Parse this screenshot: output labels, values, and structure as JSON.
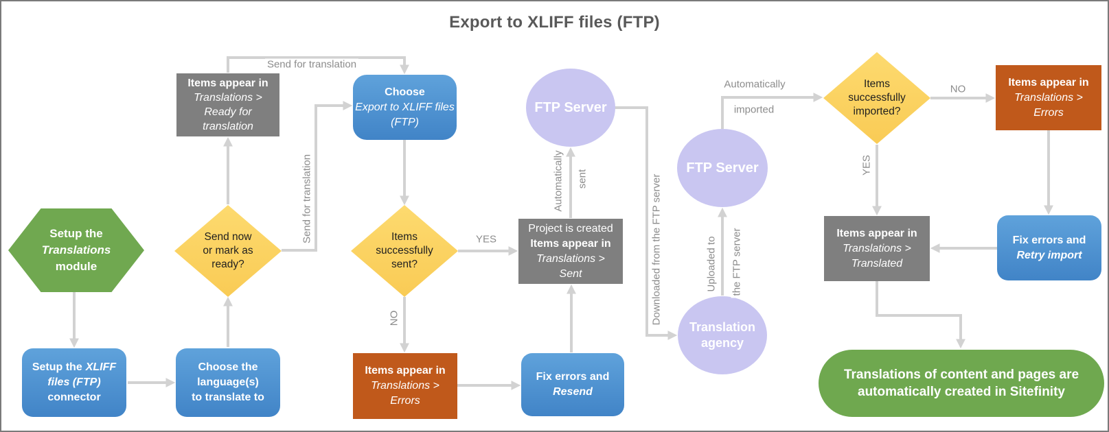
{
  "title": "Export to XLIFF files (FTP)",
  "nodes": {
    "setup_translations_module": {
      "l1": "Setup the",
      "l2": "Translations",
      "l3": "module"
    },
    "setup_connector": {
      "l1a": "Setup the",
      "l1b": "XLIFF",
      "l2": "files (FTP)",
      "l3": "connector"
    },
    "choose_languages": {
      "l1": "Choose the",
      "l2": "language(s)",
      "l3": "to translate to"
    },
    "send_now_or_ready": {
      "l1": "Send now",
      "l2": "or mark as",
      "l3": "ready?"
    },
    "items_ready_for_translation": {
      "l1": "Items appear in",
      "l2": "Translations >",
      "l3": "Ready for",
      "l4": "translation"
    },
    "choose_export": {
      "l1": "Choose",
      "l2": "Export to XLIFF files",
      "l3": "(FTP)"
    },
    "items_successfully_sent": {
      "l1": "Items",
      "l2": "successfully",
      "l3": "sent?"
    },
    "project_created": {
      "l1": "Project is created",
      "l2": "Items appear in",
      "l3": "Translations >",
      "l4": "Sent"
    },
    "ftp_server_1": {
      "l1": "FTP Server"
    },
    "items_errors_send": {
      "l1": "Items appear in",
      "l2": "Translations >",
      "l3": "Errors"
    },
    "fix_errors_resend": {
      "l1": "Fix errors and",
      "l2": "Resend"
    },
    "ftp_server_2": {
      "l1": "FTP Server"
    },
    "translation_agency": {
      "l1": "Translation",
      "l2": "agency"
    },
    "items_successfully_imported": {
      "l1": "Items",
      "l2": "successfully",
      "l3": "imported?"
    },
    "items_errors_import": {
      "l1": "Items appear in",
      "l2": "Translations >",
      "l3": "Errors"
    },
    "items_translated": {
      "l1": "Items appear in",
      "l2": "Translations >",
      "l3": "Translated"
    },
    "fix_errors_retry": {
      "l1": "Fix errors and",
      "l2": "Retry import"
    },
    "final_result": {
      "l1": "Translations of content and pages are",
      "l2": "automatically created in Sitefinity"
    }
  },
  "edge_labels": {
    "send_for_translation_top": "Send for translation",
    "send_for_translation_side": "Send for translation",
    "yes_sent": "YES",
    "no_sent": "NO",
    "automatically_vertical": "Automatically",
    "sent_vertical": "sent",
    "downloaded_from_ftp": "Downloaded from the FTP server",
    "uploaded_to": "Uploaded to",
    "the_ftp_server": "the FTP server",
    "automatically_horizontal": "Automatically",
    "imported_horizontal": "imported",
    "no_imported": "NO",
    "yes_imported": "YES"
  },
  "colors": {
    "green": "#70A850",
    "blue_top": "#5FA2DB",
    "blue_bottom": "#4184C7",
    "yellow": "#FBD263",
    "gray": "#7F7F7F",
    "orange": "#C0591B",
    "lavender": "#C9C6F1",
    "arrow": "#D2D2D2",
    "title_text": "#595959",
    "edge_label_text": "#8C8C8C"
  }
}
